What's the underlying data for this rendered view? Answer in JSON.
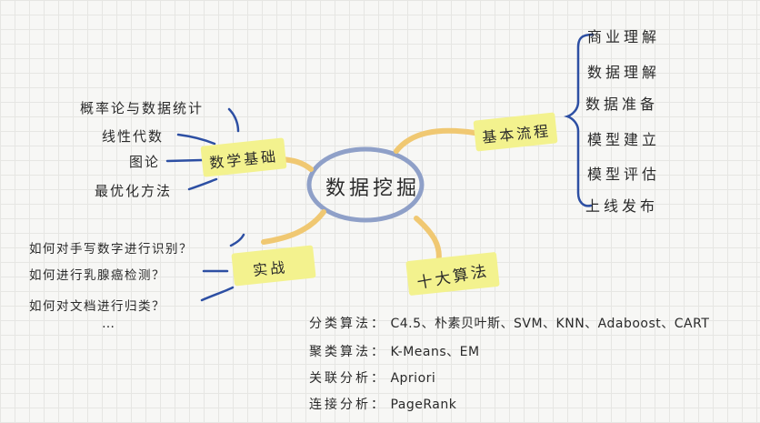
{
  "center": {
    "label": "数据挖掘"
  },
  "branches": {
    "math": {
      "label": "数学基础",
      "items": [
        "概率论与数据统计",
        "线性代数",
        "图论",
        "最优化方法"
      ]
    },
    "process": {
      "label": "基本流程",
      "items": [
        "商业理解",
        "数据理解",
        "数据准备",
        "模型建立",
        "模型评估",
        "上线发布"
      ]
    },
    "practice": {
      "label": "实战",
      "items": [
        "如何对手写数字进行识别？",
        "如何进行乳腺癌检测？",
        "如何对文档进行归类？",
        "…"
      ]
    },
    "algorithms": {
      "label": "十大算法",
      "rows": [
        {
          "label": "分类算法：",
          "value": "C4.5、朴素贝叶斯、SVM、KNN、Adaboost、CART"
        },
        {
          "label": "聚类算法：",
          "value": "K-Means、EM"
        },
        {
          "label": "关联分析：",
          "value": "Apriori"
        },
        {
          "label": "连接分析：",
          "value": "PageRank"
        }
      ]
    }
  },
  "colors": {
    "center_ring": "#8fa0c8",
    "connector": "#f0c872",
    "leaf_line": "#2d4fa3",
    "highlight": "#f3f28e"
  }
}
